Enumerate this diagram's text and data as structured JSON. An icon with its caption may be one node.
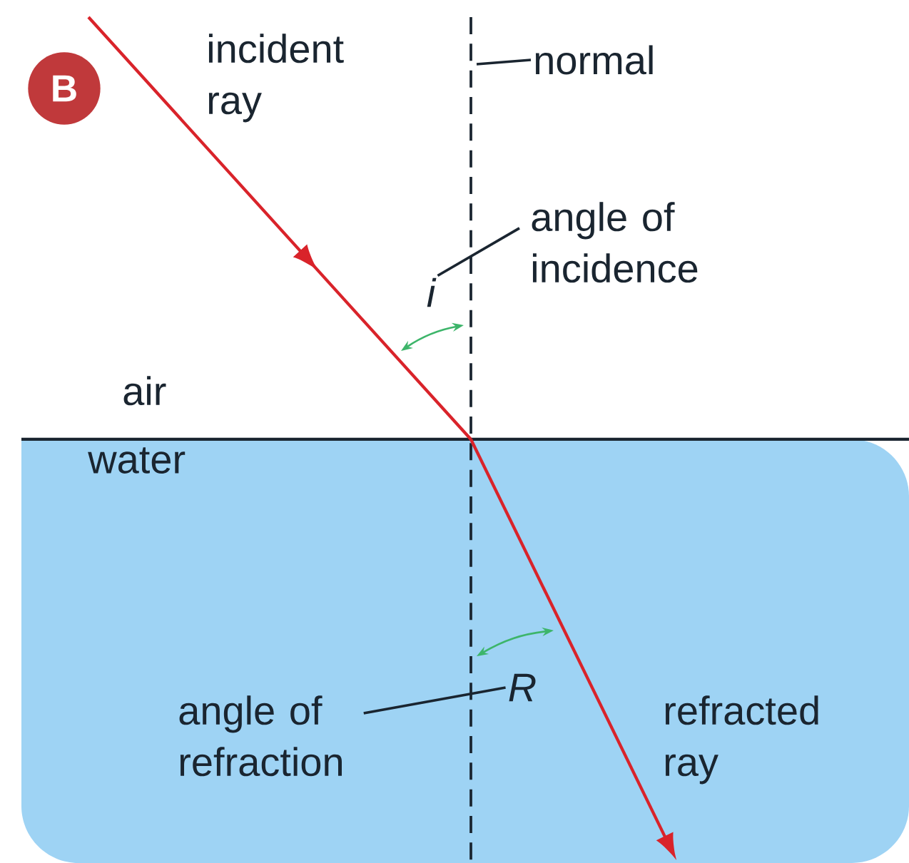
{
  "diagram": {
    "nodes": [
      {
        "text": [
          "B"
        ]
      },
      {
        "text": [
          "normal"
        ]
      },
      {
        "text": [
          "angle of incidence"
        ]
      },
      {
        "text": [
          "i"
        ]
      },
      {
        "text": [
          "angle of refraction"
        ]
      },
      {
        "text": [
          "R"
        ]
      }
    ],
    "edges": [
      {
        "from": 1,
        "to": null,
        "arrow": "none"
      },
      {
        "from": 2,
        "to": 3,
        "arrow": "none"
      },
      {
        "from": 4,
        "to": 5,
        "arrow": "none"
      }
    ],
    "labels": [
      "incident ray",
      "air",
      "water",
      "refracted ray"
    ]
  }
}
